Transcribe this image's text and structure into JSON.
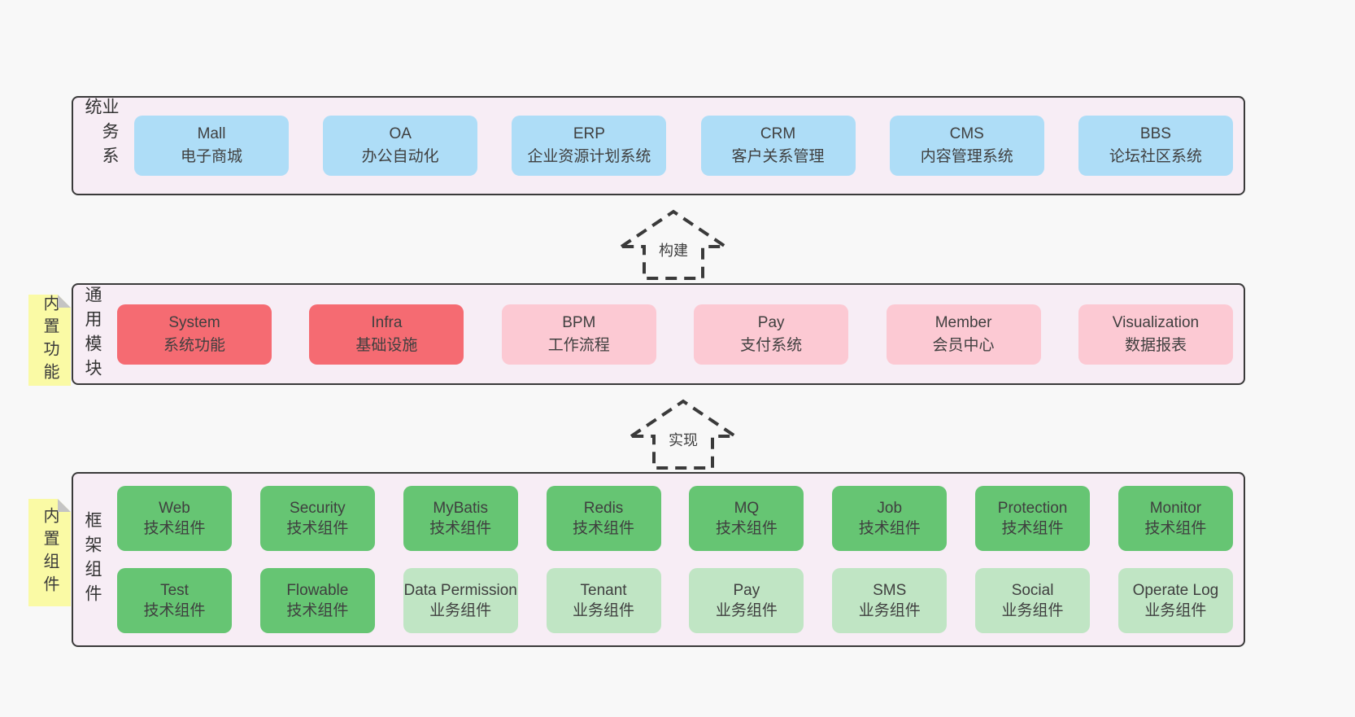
{
  "colors": {
    "page_bg": "#f8f8f8",
    "layer_bg": "#f7edf5",
    "layer_border": "#3a3a3a",
    "business_box": "#aeddf7",
    "core_module_box": "#f56b72",
    "optional_module_box": "#fcc9d3",
    "tech_component_box": "#66c573",
    "biz_component_box": "#c0e5c4",
    "sticky_note": "#fafaa5"
  },
  "arrows": [
    {
      "label": "构建"
    },
    {
      "label": "实现"
    }
  ],
  "stickies": [
    {
      "label": "内置功能"
    },
    {
      "label": "内置组件"
    }
  ],
  "layers": [
    {
      "label": "业务系统",
      "boxes": [
        {
          "title": "Mall",
          "subtitle": "电子商城"
        },
        {
          "title": "OA",
          "subtitle": "办公自动化"
        },
        {
          "title": "ERP",
          "subtitle": "企业资源计划系统"
        },
        {
          "title": "CRM",
          "subtitle": "客户关系管理"
        },
        {
          "title": "CMS",
          "subtitle": "内容管理系统"
        },
        {
          "title": "BBS",
          "subtitle": "论坛社区系统"
        }
      ]
    },
    {
      "label": "通用模块",
      "boxes": [
        {
          "title": "System",
          "subtitle": "系统功能"
        },
        {
          "title": "Infra",
          "subtitle": "基础设施"
        },
        {
          "title": "BPM",
          "subtitle": "工作流程"
        },
        {
          "title": "Pay",
          "subtitle": "支付系统"
        },
        {
          "title": "Member",
          "subtitle": "会员中心"
        },
        {
          "title": "Visualization",
          "subtitle": "数据报表"
        }
      ]
    },
    {
      "label": "框架组件",
      "rows": [
        [
          {
            "title": "Web",
            "subtitle": "技术组件"
          },
          {
            "title": "Security",
            "subtitle": "技术组件"
          },
          {
            "title": "MyBatis",
            "subtitle": "技术组件"
          },
          {
            "title": "Redis",
            "subtitle": "技术组件"
          },
          {
            "title": "MQ",
            "subtitle": "技术组件"
          },
          {
            "title": "Job",
            "subtitle": "技术组件"
          },
          {
            "title": "Protection",
            "subtitle": "技术组件"
          },
          {
            "title": "Monitor",
            "subtitle": "技术组件"
          }
        ],
        [
          {
            "title": "Test",
            "subtitle": "技术组件"
          },
          {
            "title": "Flowable",
            "subtitle": "技术组件"
          },
          {
            "title": "Data Permission",
            "subtitle": "业务组件"
          },
          {
            "title": "Tenant",
            "subtitle": "业务组件"
          },
          {
            "title": "Pay",
            "subtitle": "业务组件"
          },
          {
            "title": "SMS",
            "subtitle": "业务组件"
          },
          {
            "title": "Social",
            "subtitle": "业务组件"
          },
          {
            "title": "Operate Log",
            "subtitle": "业务组件"
          }
        ]
      ]
    }
  ]
}
